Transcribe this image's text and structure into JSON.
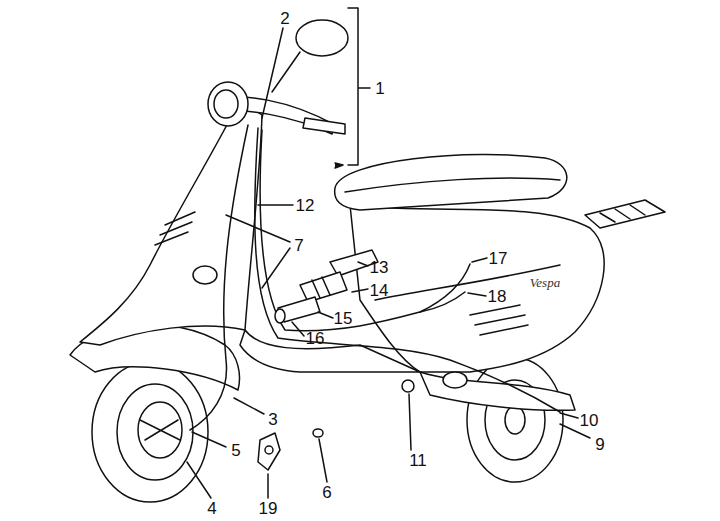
{
  "diagram": {
    "labels": [
      "2",
      "1",
      "12",
      "7",
      "13",
      "17",
      "14",
      "18",
      "Vespa",
      "15",
      "16",
      "3",
      "10",
      "9",
      "11",
      "5",
      "6",
      "4",
      "19"
    ]
  }
}
